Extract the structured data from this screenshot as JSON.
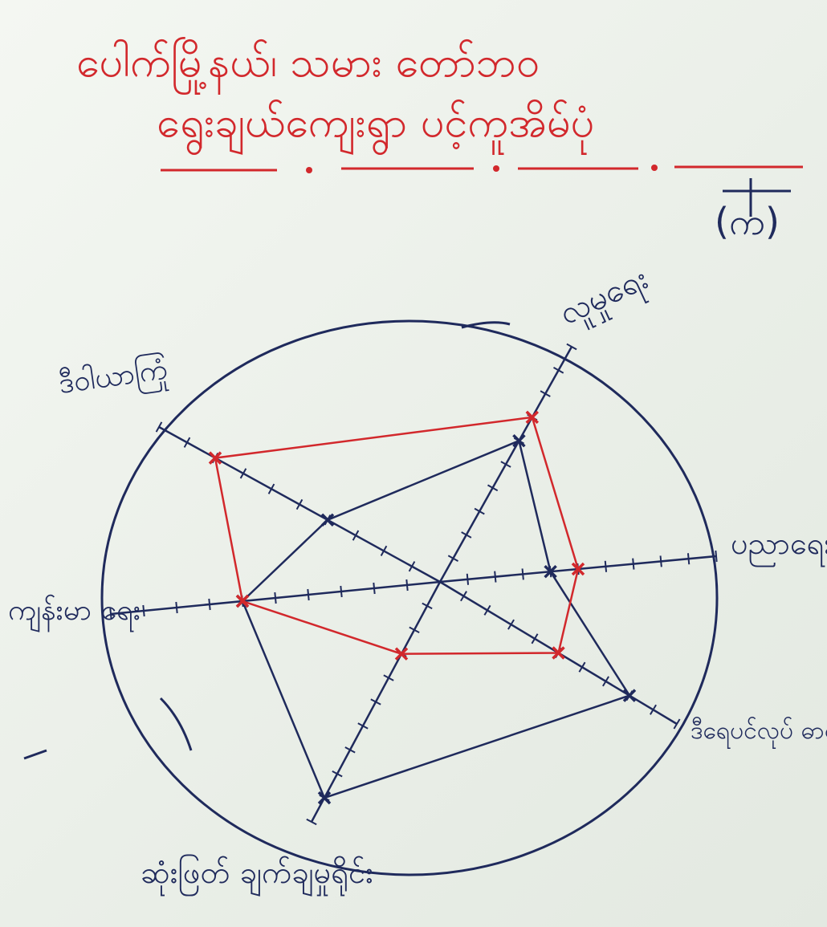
{
  "header": {
    "title_line1": "ပေါက်မြို့နယ်၊ သမား တော်ဘဝ",
    "title_line2": "ရွေးချယ်ကျေးရွာ ပင့်ကူအိမ်ပုံ",
    "label": "(က)"
  },
  "colors": {
    "red_ink": "#d2282c",
    "blue_ink": "#1f2a5c",
    "paper": "#eef2ec"
  },
  "chart_data": {
    "type": "radar",
    "axis_max": 10,
    "axes": [
      "လူမှုရေး",
      "ပညာရေး",
      "ဒီရေပင်လုပ် ဓာတ်ငွေ့ ဓာတ်ငွေ့ ကုန်",
      "ဆုံးဖြတ် ချက်ချမှုရိုင်း",
      "ကျန်းမာ ရေး",
      "ဒီဝါယာကြုံ"
    ],
    "series": [
      {
        "color": "red",
        "values": [
          7,
          5,
          5,
          3,
          6,
          8
        ]
      },
      {
        "color": "blue",
        "values": [
          6,
          4,
          8,
          9,
          6,
          4
        ]
      }
    ]
  }
}
